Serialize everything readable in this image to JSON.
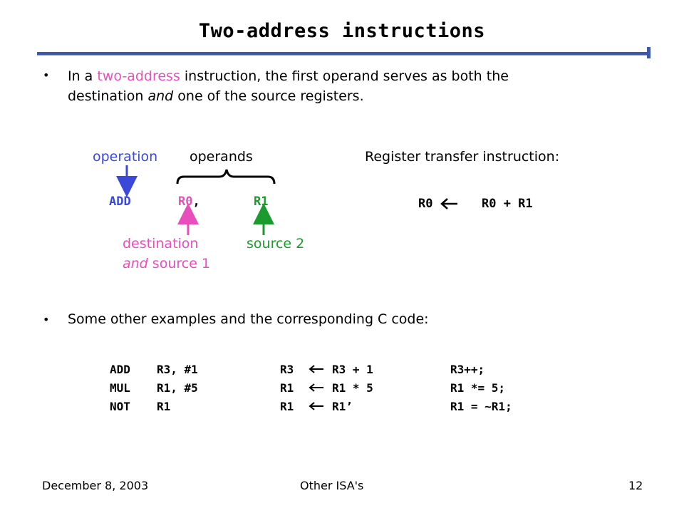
{
  "slide": {
    "title": "Two-address instructions",
    "bullet1": {
      "before": "In a ",
      "highlight": "two-address",
      "after_line1": " instruction, the first operand serves as both the",
      "line2_before": "destination ",
      "line2_em": "and",
      "line2_after": " one of the source registers."
    },
    "diagram": {
      "operation_label": "operation",
      "operands_label": "operands",
      "mnemonic": "ADD",
      "dest_reg": "R0",
      "comma": ",",
      "src_reg": "R1",
      "dest_label_line1": "destination",
      "dest_label_em": "and",
      "dest_label_line2_rest": " source 1",
      "src_label": "source 2",
      "rt_heading": "Register transfer instruction:",
      "rt_lhs": "R0",
      "rt_rhs": "R0 + R1"
    },
    "bullet2": "Some other examples and the corresponding C code:",
    "examples": [
      {
        "op": "ADD",
        "args": "R3, #1",
        "rt_lhs": "R3",
        "rt_rhs": "R3 + 1",
        "c": "R3++;"
      },
      {
        "op": "MUL",
        "args": "R1, #5",
        "rt_lhs": "R1",
        "rt_rhs": "R1 * 5",
        "c": "R1 *= 5;"
      },
      {
        "op": "NOT",
        "args": "R1",
        "rt_lhs": "R1",
        "rt_rhs": "R1’",
        "c": "R1 = ~R1;"
      }
    ],
    "footer": {
      "date": "December 8, 2003",
      "center": "Other ISA's",
      "page": "12"
    },
    "colors": {
      "accent_blue": "#3a49d9",
      "accent_pink": "#e84fbd",
      "accent_green": "#1c9a2e",
      "rule": "#3e57a8"
    }
  }
}
